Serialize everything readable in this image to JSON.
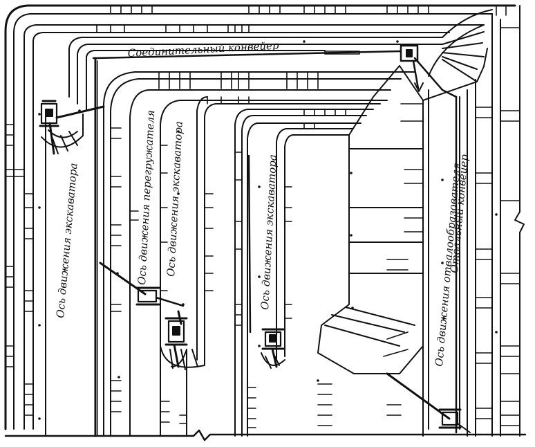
{
  "labels": {
    "connecting_conveyor": "Соединительный конвейер",
    "excavator_axis_1": "Ось движения экскаватора",
    "reloader_axis": "Ось движения перегружателя",
    "excavator_axis_2": "Ось движения экскаватора",
    "excavator_axis_3": "Ось движения экскаватора",
    "spreader_axis": "Ось движения отвалообразователя",
    "dump_conveyor": "Отвальный конвейер"
  },
  "colors": {
    "ink": "#111111",
    "paper": "#ffffff"
  },
  "icons": {
    "excavator": "excavator-icon",
    "reloader": "reloader-icon",
    "spreader": "spreader-icon",
    "break": "break-line-icon"
  }
}
